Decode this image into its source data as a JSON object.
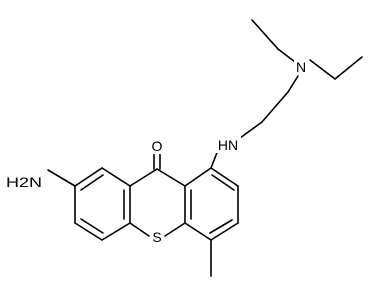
{
  "colors": {
    "bond": "#000000",
    "background": "#ffffff"
  },
  "labels": {
    "n_diethyl": "N",
    "nh_amine": "HN",
    "o_carbonyl": "O",
    "s_ring": "S",
    "nh2": "H2N"
  }
}
